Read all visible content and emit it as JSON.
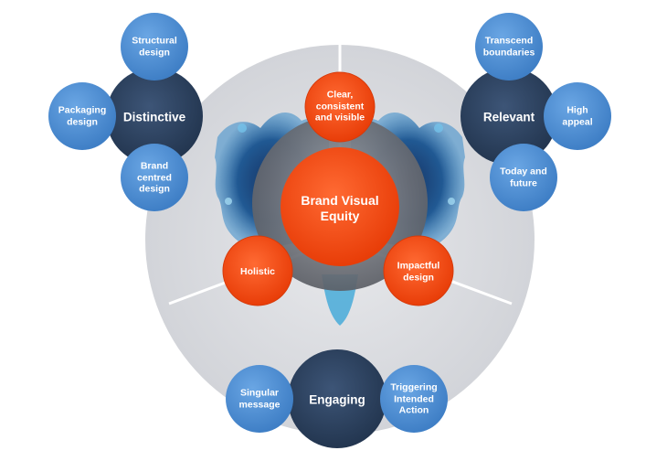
{
  "center": {
    "label": "Brand Visual\nEquity"
  },
  "attributes": [
    {
      "id": "clear",
      "label": "Clear,\nconsistent\nand visible"
    },
    {
      "id": "holistic",
      "label": "Holistic"
    },
    {
      "id": "impactful",
      "label": "Impactful\ndesign"
    }
  ],
  "pillars": [
    {
      "id": "distinctive",
      "label": "Distinctive",
      "items": [
        "Structural\ndesign",
        "Packaging\ndesign",
        "Brand\ncentred\ndesign"
      ]
    },
    {
      "id": "relevant",
      "label": "Relevant",
      "items": [
        "Transcend\nboundaries",
        "High\nappeal",
        "Today and\nfuture"
      ]
    },
    {
      "id": "engaging",
      "label": "Engaging",
      "items": [
        "Singular\nmessage",
        "Triggering\nIntended\nAction"
      ]
    }
  ],
  "colors": {
    "ring": "#d9dbe0",
    "inner_ring": "#6d7078",
    "dark_node": "#2e4460",
    "light_node": "#4f8fd2",
    "accent": "#f04a14",
    "ink": "#0d3a7a"
  }
}
